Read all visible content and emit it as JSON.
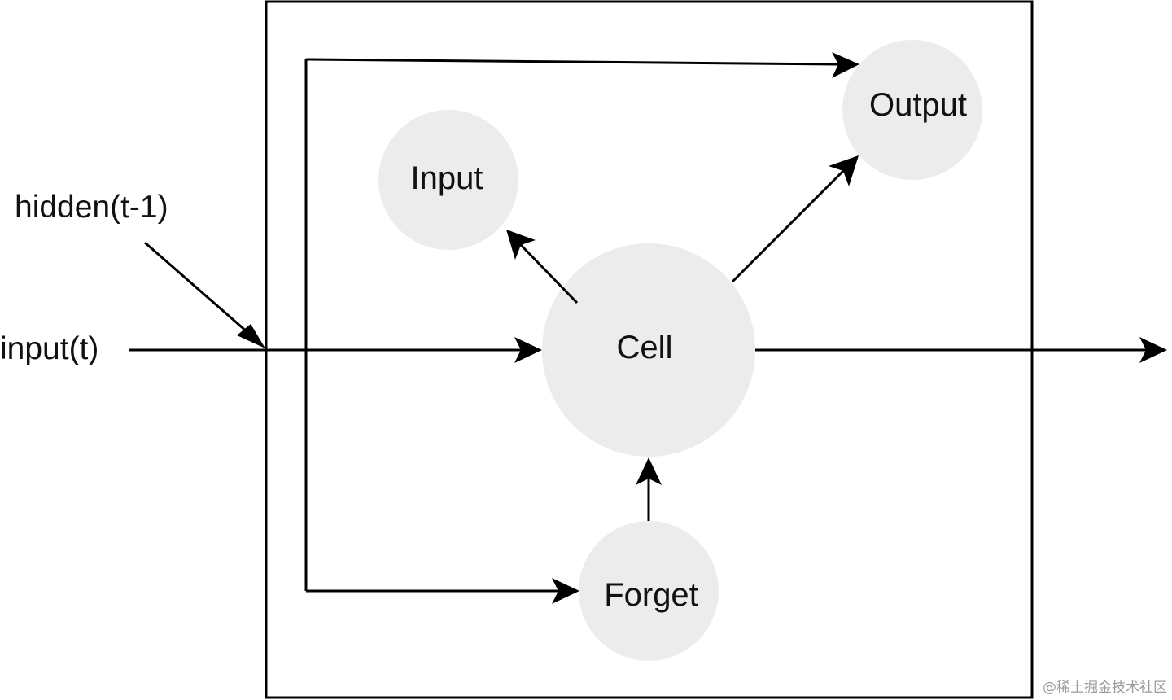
{
  "diagram": {
    "inputs": {
      "hidden": "hidden(t-1)",
      "input": "input(t)"
    },
    "nodes": {
      "input_gate": "Input",
      "output_gate": "Output",
      "cell": "Cell",
      "forget_gate": "Forget"
    },
    "colors": {
      "node_fill": "#ececec",
      "line": "#000000",
      "background": "#ffffff"
    }
  },
  "watermark": "@稀土掘金技术社区"
}
